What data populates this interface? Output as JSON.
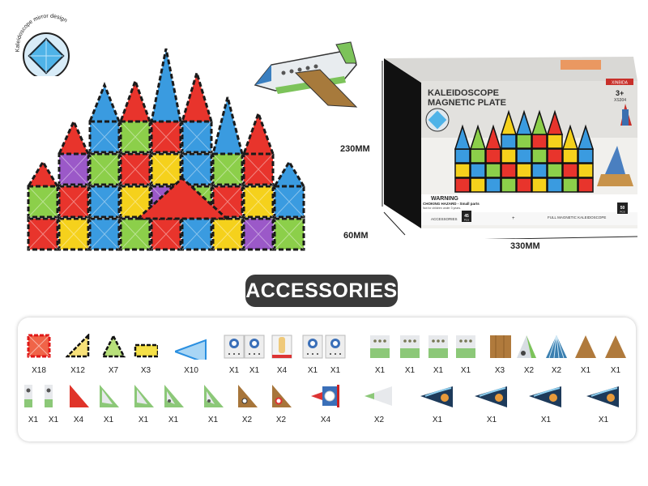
{
  "inset": {
    "caption": "Kaleidoscope mirror design"
  },
  "box": {
    "title_line1": "KALEIDOSCOPE",
    "title_line2": "MAGNETIC PLATE",
    "brand": "XINBIDA",
    "age": "3+",
    "model": "XS304",
    "warning": "WARNING",
    "choking": "CHOKING HAZARD - Small parts",
    "not_for": "Not for children under 3 years.",
    "accessories_label": "ACCESSORIES",
    "accessories_count": "45",
    "plus": "+",
    "full_label": "FULL MAGNETIC KALEIDOSCOPE",
    "full_count": "50",
    "pcs": "PCS"
  },
  "dimensions": {
    "height": "230MM",
    "depth": "60MM",
    "width": "330MM"
  },
  "accessories_title": "ACCESSORIES",
  "accessories": {
    "row1": [
      {
        "icon": "red-square-tile",
        "qty": "X18"
      },
      {
        "icon": "yellow-triangle-tile",
        "qty": "X12"
      },
      {
        "icon": "green-triangle-tile",
        "qty": "X7"
      },
      {
        "icon": "yellow-rectangle-tile",
        "qty": "X3"
      },
      {
        "icon": "blue-wedge-tile",
        "qty": "X10"
      },
      {
        "icon": "porthole-card",
        "qty": "X1"
      },
      {
        "icon": "porthole-card",
        "qty": "X1"
      },
      {
        "icon": "door-card",
        "qty": "X4"
      },
      {
        "icon": "porthole-card",
        "qty": "X1"
      },
      {
        "icon": "porthole-card",
        "qty": "X1"
      },
      {
        "icon": "window-card",
        "qty": "X1"
      },
      {
        "icon": "window-card",
        "qty": "X1"
      },
      {
        "icon": "window-card",
        "qty": "X1"
      },
      {
        "icon": "window-card",
        "qty": "X1"
      },
      {
        "icon": "wood-square",
        "qty": "X3"
      },
      {
        "icon": "cockpit-triangle",
        "qty": "X2"
      },
      {
        "icon": "striped-triangle",
        "qty": "X2"
      },
      {
        "icon": "wood-triangle",
        "qty": "X1"
      },
      {
        "icon": "wood-triangle",
        "qty": "X1"
      }
    ],
    "row2": [
      {
        "icon": "narrow-card",
        "qty": "X1"
      },
      {
        "icon": "narrow-card",
        "qty": "X1"
      },
      {
        "icon": "red-right-triangle",
        "qty": "X4"
      },
      {
        "icon": "green-right-triangle",
        "qty": "X1"
      },
      {
        "icon": "green-right-triangle",
        "qty": "X1"
      },
      {
        "icon": "green-window-triangle",
        "qty": "X1"
      },
      {
        "icon": "green-window-triangle",
        "qty": "X1"
      },
      {
        "icon": "wood-porthole-triangle",
        "qty": "X2"
      },
      {
        "icon": "wood-lifebuoy-triangle",
        "qty": "X2"
      },
      {
        "icon": "rocket-pennant",
        "qty": "X4"
      },
      {
        "icon": "nose-cone",
        "qty": "X2"
      },
      {
        "icon": "navy-wing",
        "qty": "X1"
      },
      {
        "icon": "navy-wing",
        "qty": "X1"
      },
      {
        "icon": "navy-wing",
        "qty": "X1"
      },
      {
        "icon": "navy-wing",
        "qty": "X1"
      }
    ]
  },
  "colors": {
    "red": "#e8342c",
    "yellow": "#f5d11c",
    "green": "#8ccf4a",
    "blue": "#3a9be0",
    "purple": "#9b59c8",
    "dark": "#3a3a3a"
  }
}
